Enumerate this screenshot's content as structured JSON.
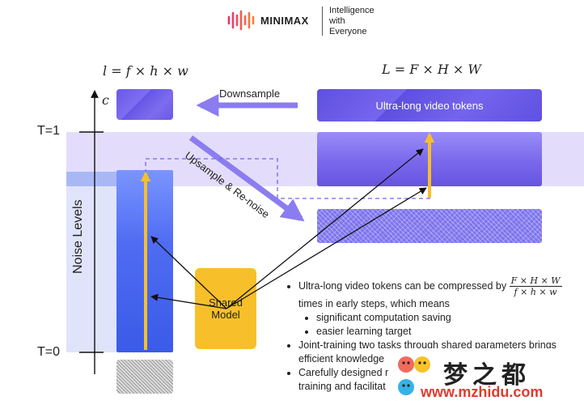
{
  "header": {
    "brand": "MINIMAX",
    "tagline_lines": [
      "Intelligence",
      "with",
      "Everyone"
    ]
  },
  "formulas": {
    "small": "l = f × h × w",
    "large": "L = F × H × W",
    "channel": "c"
  },
  "axis": {
    "t_top": "T=1",
    "t_bottom": "T=0",
    "noise_levels": "Noise Levels"
  },
  "labels": {
    "downsample": "Downsample",
    "upsample": "Upsample & Re-noise",
    "ultra_long_tokens": "Ultra-long video tokens",
    "shared_model_line1": "Shared",
    "shared_model_line2": "Model"
  },
  "bullets": {
    "b1_prefix": "Ultra-long video tokens can be compressed by",
    "frac_num": "F × H × W",
    "frac_den": "f × h × w",
    "b1_suffix": "times in early steps, which means",
    "sub1": "significant computation saving",
    "sub2": "easier learning target",
    "b2": "Joint-training two tasks through shared parameters brings efficient knowledge",
    "b3_line1": "Carefully designed r",
    "b3_line2": "training and facilitat"
  },
  "watermark": {
    "text": "梦之都",
    "url": "www.mzhidu.com"
  },
  "colors": {
    "brand_purple": "#6a58e8",
    "band_lavender": "#e3ddfb",
    "tall_blue": "#3a5be8",
    "arrow_gold": "#f7bf2a",
    "shared_gold": "#f7bf2a",
    "watermark_red": "#e03a2f"
  }
}
